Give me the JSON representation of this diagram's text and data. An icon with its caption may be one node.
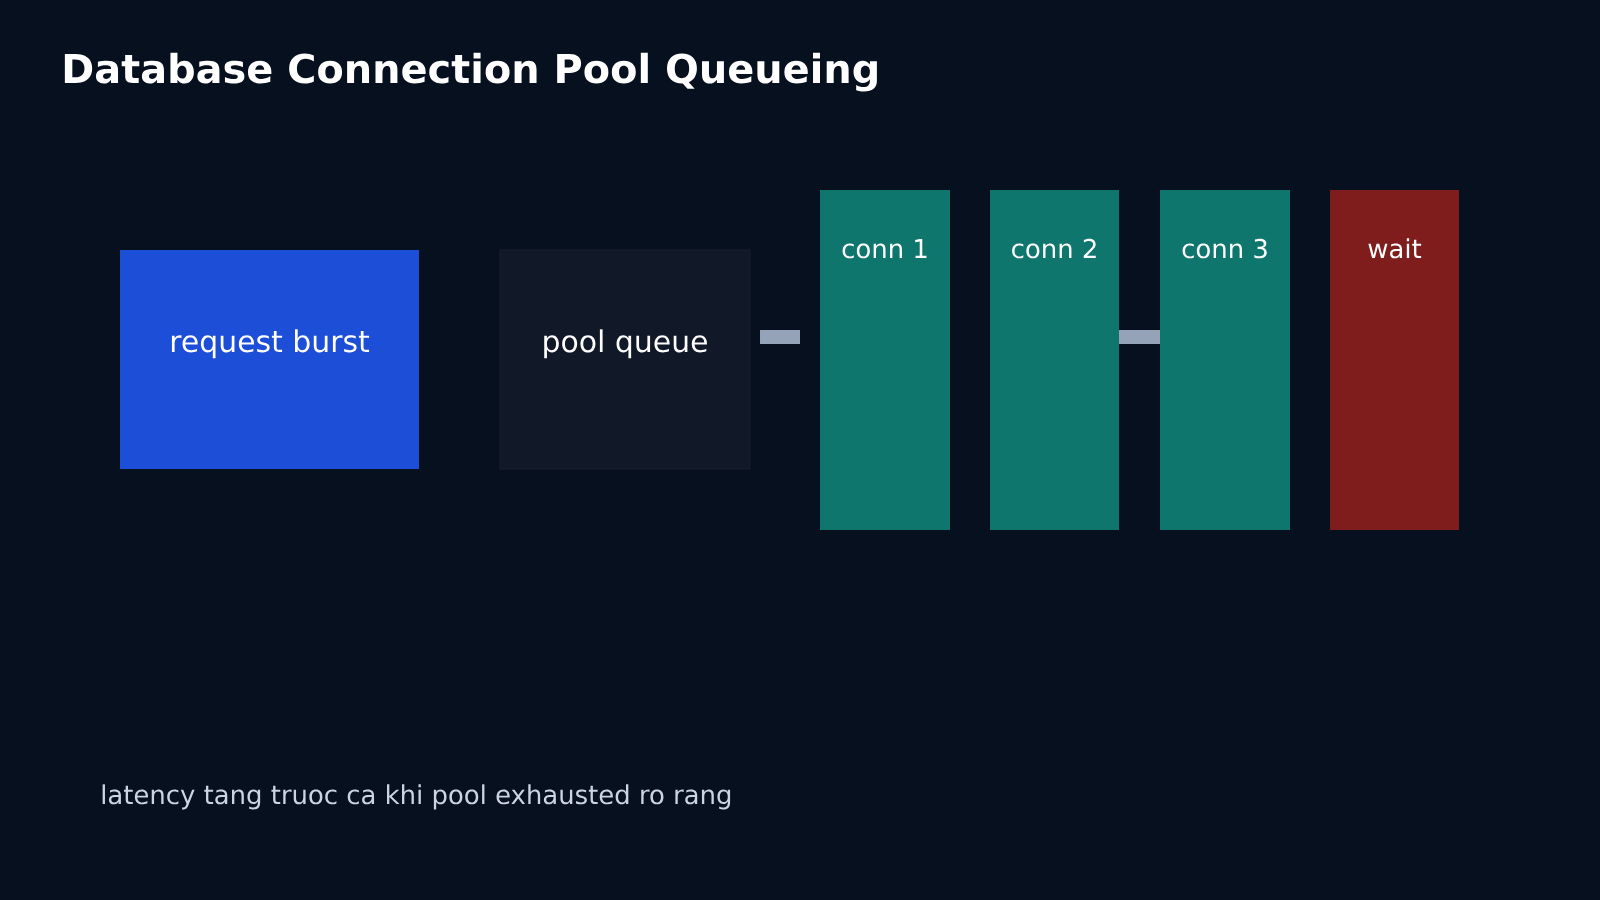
{
  "diagram": {
    "title": "Database Connection Pool Queueing",
    "nodes": [
      {
        "text": [
          "request burst"
        ]
      },
      {
        "text": [
          "pool queue"
        ]
      },
      {
        "text": [
          "conn 1"
        ]
      },
      {
        "text": [
          "conn 2"
        ]
      },
      {
        "text": [
          "conn 3"
        ]
      },
      {
        "text": [
          "wait"
        ]
      }
    ],
    "edges": [
      {
        "from": 1,
        "to": 2,
        "arrow": "none"
      },
      {
        "from": 3,
        "to": 4,
        "arrow": "none"
      }
    ],
    "caption": "latency tang truoc ca khi pool exhausted ro rang"
  }
}
